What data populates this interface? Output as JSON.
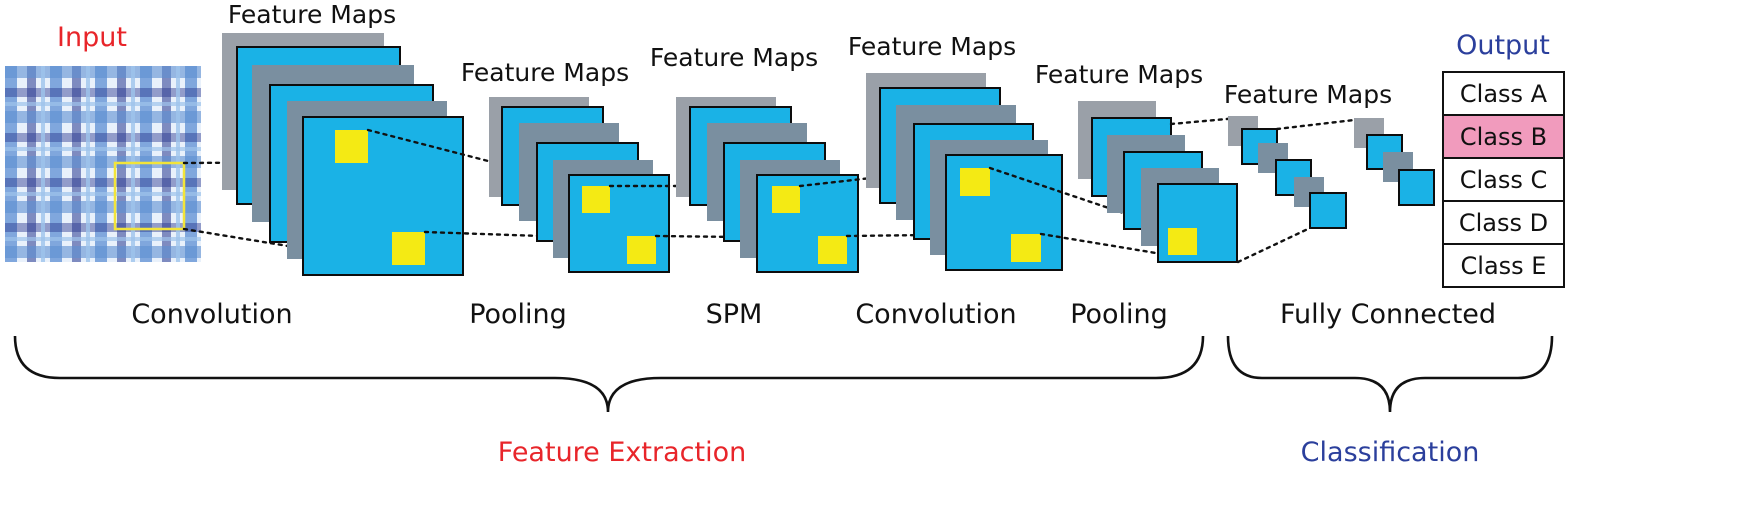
{
  "labels": {
    "input": "Input",
    "output": "Output",
    "feature_maps": "Feature Maps",
    "convolution": "Convolution",
    "pooling": "Pooling",
    "spm": "SPM",
    "fully_connected": "Fully Connected",
    "feature_extraction": "Feature Extraction",
    "classification": "Classification"
  },
  "classes": [
    "Class A",
    "Class B",
    "Class C",
    "Class D",
    "Class E"
  ],
  "highlighted_class": "Class B",
  "colors": {
    "input_label": "#e8252a",
    "output_label": "#2b3f9c",
    "feature_extraction_label": "#e8252a",
    "classification_label": "#2b3f9c",
    "map_fill": "#1ab2e6",
    "kernel": "#f4ea14",
    "highlight": "#f19bbd"
  }
}
